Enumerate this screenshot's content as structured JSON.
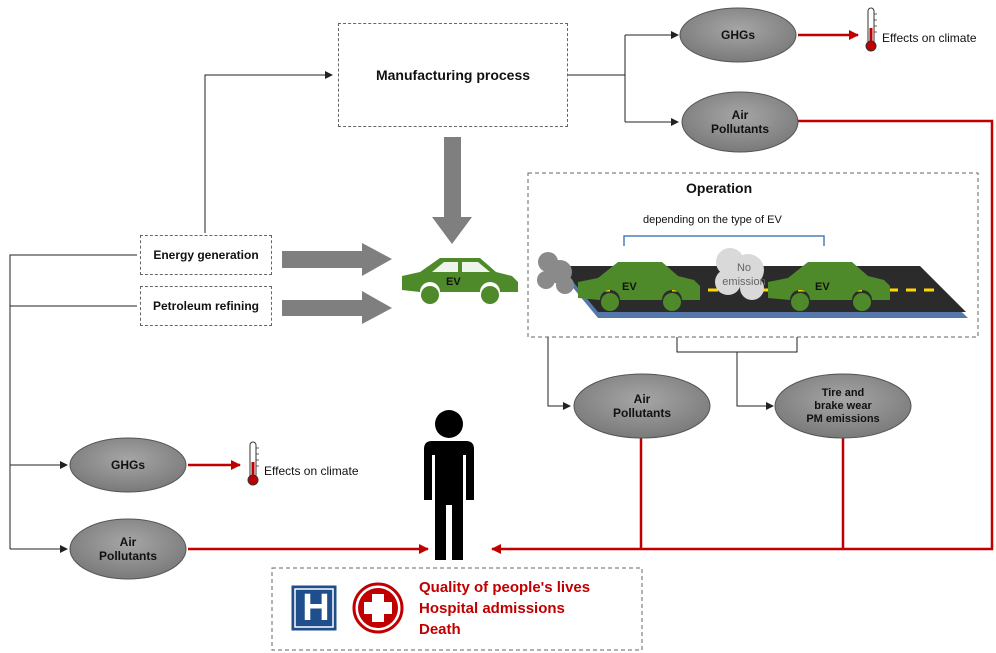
{
  "manufacturing": {
    "label": "Manufacturing process"
  },
  "energy_generation": {
    "label": "Energy generation"
  },
  "petroleum_refining": {
    "label": "Petroleum refining"
  },
  "ev_center": {
    "label": "EV"
  },
  "top_ghgs": {
    "label": "GHGs"
  },
  "top_air_pollutants": {
    "label": "Air\nPollutants"
  },
  "top_climate": {
    "label": "Effects on climate"
  },
  "operation": {
    "title": "Operation",
    "subtitle": "depending on the type of EV",
    "car_left_label": "EV",
    "car_right_label": "EV",
    "no_emission": "No\nemission"
  },
  "op_air_pollutants": {
    "label": "Air\nPollutants"
  },
  "tire_brake": {
    "label": "Tire and\nbrake wear\nPM emissions"
  },
  "bottom_ghgs": {
    "label": "GHGs"
  },
  "bottom_climate": {
    "label": "Effects on climate"
  },
  "bottom_air_pollutants": {
    "label": "Air\nPollutants"
  },
  "impacts": {
    "items": [
      "Quality of people's lives",
      "Hospital admissions",
      "Death"
    ],
    "hospital_letter": "H"
  },
  "colors": {
    "oval_fill": "#8c8c8c",
    "red_line": "#c00000",
    "ev_green": "#4e8a2a",
    "arrow_gray": "#7f7f7f",
    "road": "#2b2b2b"
  }
}
